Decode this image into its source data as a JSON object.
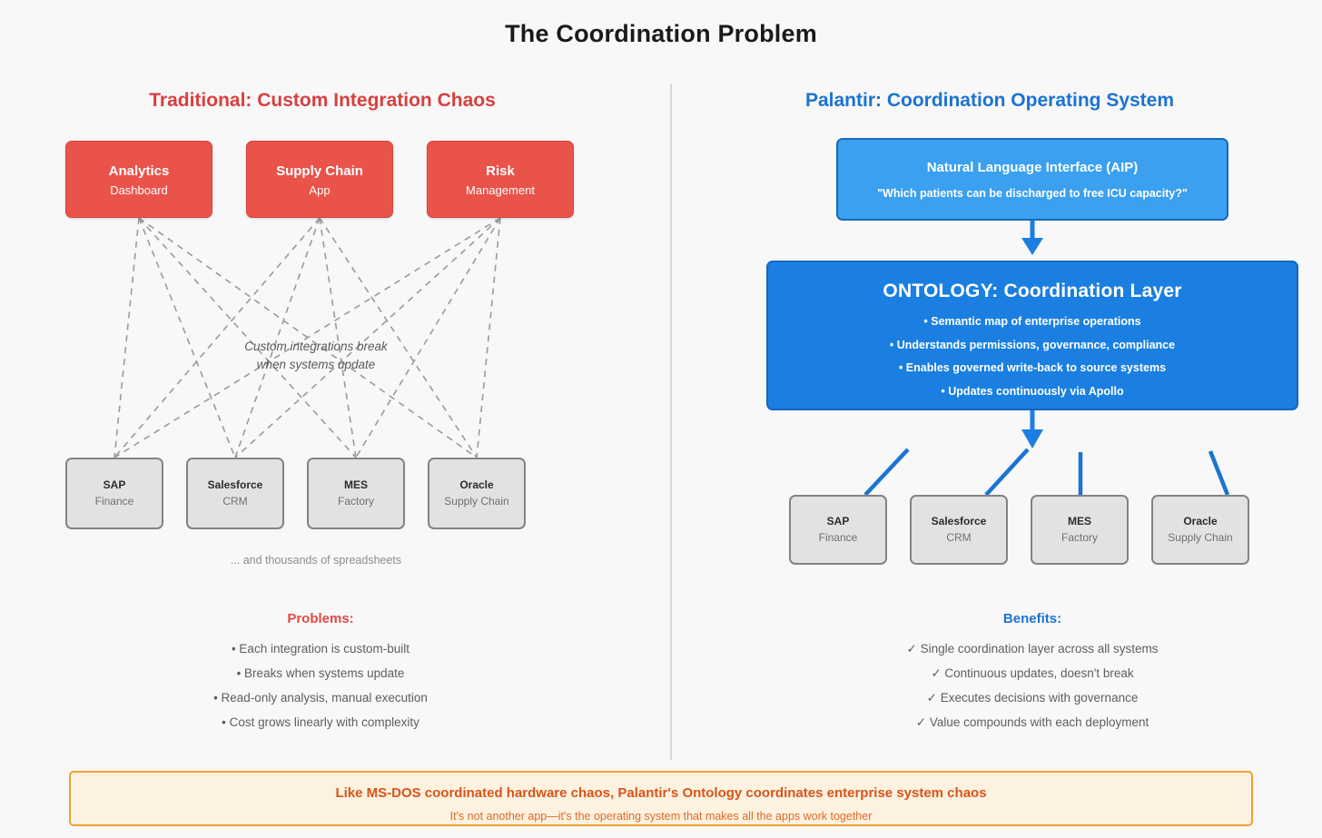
{
  "page": {
    "title": "The Coordination Problem",
    "background": "#f8f8f8"
  },
  "colors": {
    "red": "#e9534a",
    "red_text": "#d93f3f",
    "blue": "#1a7fe0",
    "light_blue": "#3aa0ef",
    "blue_text": "#1b73d4",
    "grey_box": "#e2e2e2",
    "banner_border": "#f0a22e",
    "banner_bg": "#fdf2e0",
    "banner_text": "#d9541a"
  },
  "left": {
    "header": "Traditional: Custom Integration Chaos",
    "apps": [
      {
        "name": "Analytics",
        "subtitle": "Dashboard"
      },
      {
        "name": "Supply Chain",
        "subtitle": "App"
      },
      {
        "name": "Risk",
        "subtitle": "Management"
      }
    ],
    "annotation": "Custom integrations break\nwhen systems update",
    "annotation_line1": "Custom integrations break",
    "annotation_line2": "when systems update",
    "systems": [
      {
        "name": "SAP",
        "subtitle": "Finance"
      },
      {
        "name": "Salesforce",
        "subtitle": "CRM"
      },
      {
        "name": "MES",
        "subtitle": "Factory"
      },
      {
        "name": "Oracle",
        "subtitle": "Supply Chain"
      }
    ],
    "spreadsheet_note": "... and thousands of spreadsheets",
    "problems_title": "Problems:",
    "problems": [
      "• Each integration is custom-built",
      "• Breaks when systems update",
      "• Read-only analysis, manual execution",
      "• Cost grows linearly with complexity"
    ]
  },
  "right": {
    "header": "Palantir: Coordination Operating System",
    "aip": {
      "title": "Natural Language Interface (AIP)",
      "query": "\"Which patients can be discharged to free ICU capacity?\""
    },
    "ontology": {
      "title": "ONTOLOGY: Coordination Layer",
      "bullets": [
        "• Semantic map of enterprise operations",
        "• Understands permissions, governance, compliance",
        "• Enables governed write-back to source systems",
        "• Updates continuously via Apollo"
      ]
    },
    "systems": [
      {
        "name": "SAP",
        "subtitle": "Finance"
      },
      {
        "name": "Salesforce",
        "subtitle": "CRM"
      },
      {
        "name": "MES",
        "subtitle": "Factory"
      },
      {
        "name": "Oracle",
        "subtitle": "Supply Chain"
      }
    ],
    "benefits_title": "Benefits:",
    "benefits": [
      "✓ Single coordination layer across all systems",
      "✓ Continuous updates, doesn't break",
      "✓ Executes decisions with governance",
      "✓ Value compounds with each deployment"
    ]
  },
  "banner": {
    "main": "Like MS-DOS coordinated hardware chaos, Palantir's Ontology coordinates enterprise system chaos",
    "sub": "It's not another app—it's the operating system that makes all the apps work together"
  }
}
